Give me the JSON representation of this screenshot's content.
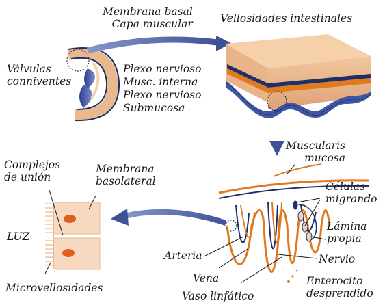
{
  "labels": {
    "membrana_basal": "Membrana basal",
    "capa_muscular": "Capa muscular",
    "vellosidades_intestinales": "Vellosidades intestinales",
    "valvulas_conniventes_1": "Válvulas",
    "valvulas_conniventes_2": "conniventes",
    "plexo_nervioso_1": "Plexo nervioso",
    "musc_interna": "Musc. interna",
    "plexo_nervioso_2": "Plexo nervioso",
    "submucosa": "Submucosa",
    "muscularis_mucosa_1": "Muscularis",
    "muscularis_mucosa_2": "mucosa",
    "complejos_union_1": "Complejos",
    "complejos_union_2": "de unión",
    "membrana_basolateral_1": "Membrana",
    "membrana_basolateral_2": "basolateral",
    "celulas_migrando_1": "Células",
    "celulas_migrando_2": "migrando",
    "lamina_propia_1": "Lámina",
    "lamina_propia_2": "propia",
    "luz": "LUZ",
    "arteria": "Arteria",
    "nervio": "Nervio",
    "vena": "Vena",
    "enterocito_desprendido_1": "Enterocito",
    "enterocito_desprendido_2": "desprendido",
    "microvellosidades": "Microvellosidades",
    "vaso_linfatico": "Vaso linfático"
  },
  "colors": {
    "arrow": "#4a5fa0",
    "tissue_tan": "#e8b98c",
    "tissue_light": "#f3d2b0",
    "orange": "#e07a1f",
    "navy": "#1f2f6a",
    "blue_villi": "#3f55a6",
    "cell_fill": "#f6d9c0",
    "nucleus": "#e0601a"
  }
}
